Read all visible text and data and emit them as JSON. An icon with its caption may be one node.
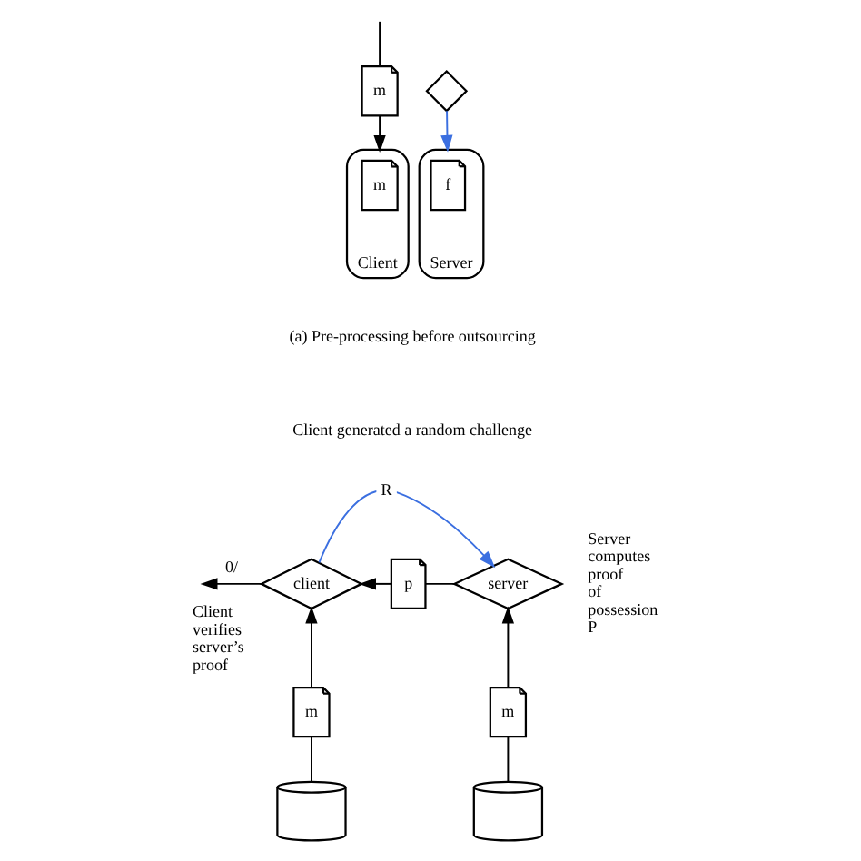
{
  "diagram": {
    "nodes": [
      {
        "text": [
          "m"
        ]
      },
      {
        "text": [],
        "shape": "cylinder",
        "beside": [
          "Client"
        ]
      },
      {
        "text": [
          "m"
        ],
        "in": 1
      },
      {
        "text": [],
        "shape": "diamond"
      },
      {
        "text": [],
        "shape": "cylinder",
        "beside": [
          "Server"
        ]
      },
      {
        "text": [
          "f"
        ],
        "in": 4
      },
      {
        "text": [
          "client"
        ],
        "beside": [
          "Client verifies server’s proof"
        ]
      },
      {
        "text": [
          "p"
        ]
      },
      {
        "text": [
          "server"
        ],
        "beside": [
          "Server computes proof of possession P"
        ]
      },
      {
        "text": [
          "m"
        ]
      },
      {
        "text": [
          "m"
        ]
      },
      {
        "text": [],
        "shape": "cylinder"
      },
      {
        "text": [],
        "shape": "cylinder"
      }
    ],
    "edges": [
      {
        "from": null,
        "to": 0,
        "arrow": "none"
      },
      {
        "from": 0,
        "to": 1,
        "arrow": "to"
      },
      {
        "from": 3,
        "to": 4,
        "arrow": "to",
        "color": "#3b6fe0"
      },
      {
        "from": 6,
        "to": 8,
        "arrow": "to",
        "label": "R",
        "color": "#3b6fe0"
      },
      {
        "from": 8,
        "to": 7,
        "arrow": "none"
      },
      {
        "from": 7,
        "to": 6,
        "arrow": "to"
      },
      {
        "from": 6,
        "to": null,
        "arrow": "to",
        "label": "0/"
      },
      {
        "from": 9,
        "to": 6,
        "arrow": "to"
      },
      {
        "from": 11,
        "to": 9,
        "arrow": "none"
      },
      {
        "from": 10,
        "to": 8,
        "arrow": "to"
      },
      {
        "from": 12,
        "to": 10,
        "arrow": "none"
      }
    ],
    "labels": [
      "(a) Pre-processing before outsourcing",
      "Client generated a random challenge"
    ]
  }
}
